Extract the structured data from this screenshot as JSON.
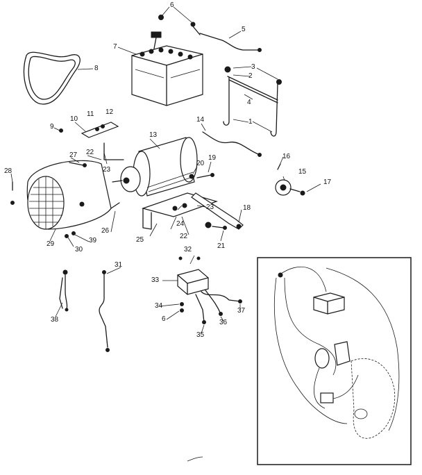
{
  "callouts": [
    {
      "key": "1",
      "text": "1"
    },
    {
      "key": "2",
      "text": "2"
    },
    {
      "key": "3",
      "text": "3"
    },
    {
      "key": "4",
      "text": "4"
    },
    {
      "key": "5",
      "text": "5"
    },
    {
      "key": "6a",
      "text": "6"
    },
    {
      "key": "6b",
      "text": "6"
    },
    {
      "key": "7",
      "text": "7"
    },
    {
      "key": "8",
      "text": "8"
    },
    {
      "key": "9",
      "text": "9"
    },
    {
      "key": "10",
      "text": "10"
    },
    {
      "key": "11",
      "text": "11"
    },
    {
      "key": "12",
      "text": "12"
    },
    {
      "key": "13",
      "text": "13"
    },
    {
      "key": "14",
      "text": "14"
    },
    {
      "key": "15",
      "text": "15"
    },
    {
      "key": "16",
      "text": "16"
    },
    {
      "key": "17",
      "text": "17"
    },
    {
      "key": "18",
      "text": "18"
    },
    {
      "key": "19",
      "text": "19"
    },
    {
      "key": "20",
      "text": "20"
    },
    {
      "key": "21",
      "text": "21"
    },
    {
      "key": "22a",
      "text": "22"
    },
    {
      "key": "22b",
      "text": "22"
    },
    {
      "key": "23a",
      "text": "23"
    },
    {
      "key": "23b",
      "text": "23"
    },
    {
      "key": "24",
      "text": "24"
    },
    {
      "key": "25",
      "text": "25"
    },
    {
      "key": "26",
      "text": "26"
    },
    {
      "key": "27",
      "text": "27"
    },
    {
      "key": "28",
      "text": "28"
    },
    {
      "key": "29",
      "text": "29"
    },
    {
      "key": "30",
      "text": "30"
    },
    {
      "key": "31",
      "text": "31"
    },
    {
      "key": "32",
      "text": "32"
    },
    {
      "key": "33",
      "text": "33"
    },
    {
      "key": "34",
      "text": "34"
    },
    {
      "key": "35",
      "text": "35"
    },
    {
      "key": "36",
      "text": "36"
    },
    {
      "key": "37",
      "text": "37"
    },
    {
      "key": "38",
      "text": "38"
    },
    {
      "key": "39",
      "text": "39"
    }
  ],
  "labels": {
    "c1": "1",
    "c2": "2",
    "c3": "3",
    "c4": "4",
    "c5": "5",
    "c6a": "6",
    "c6b": "6",
    "c7": "7",
    "c8": "8",
    "c9": "9",
    "c10": "10",
    "c11": "11",
    "c12": "12",
    "c13": "13",
    "c14": "14",
    "c15": "15",
    "c16": "16",
    "c17": "17",
    "c18": "18",
    "c19": "19",
    "c20": "20",
    "c21": "21",
    "c22a": "22",
    "c22b": "22",
    "c23a": "23",
    "c23b": "23",
    "c24": "24",
    "c25": "25",
    "c26": "26",
    "c27": "27",
    "c28": "28",
    "c29": "29",
    "c30": "30",
    "c31": "31",
    "c32": "32",
    "c33": "33",
    "c34": "34",
    "c35": "35",
    "c36": "36",
    "c37": "37",
    "c38": "38",
    "c39": "39"
  },
  "colors": {
    "ink": "#1a1a1a",
    "paper": "#ffffff"
  }
}
